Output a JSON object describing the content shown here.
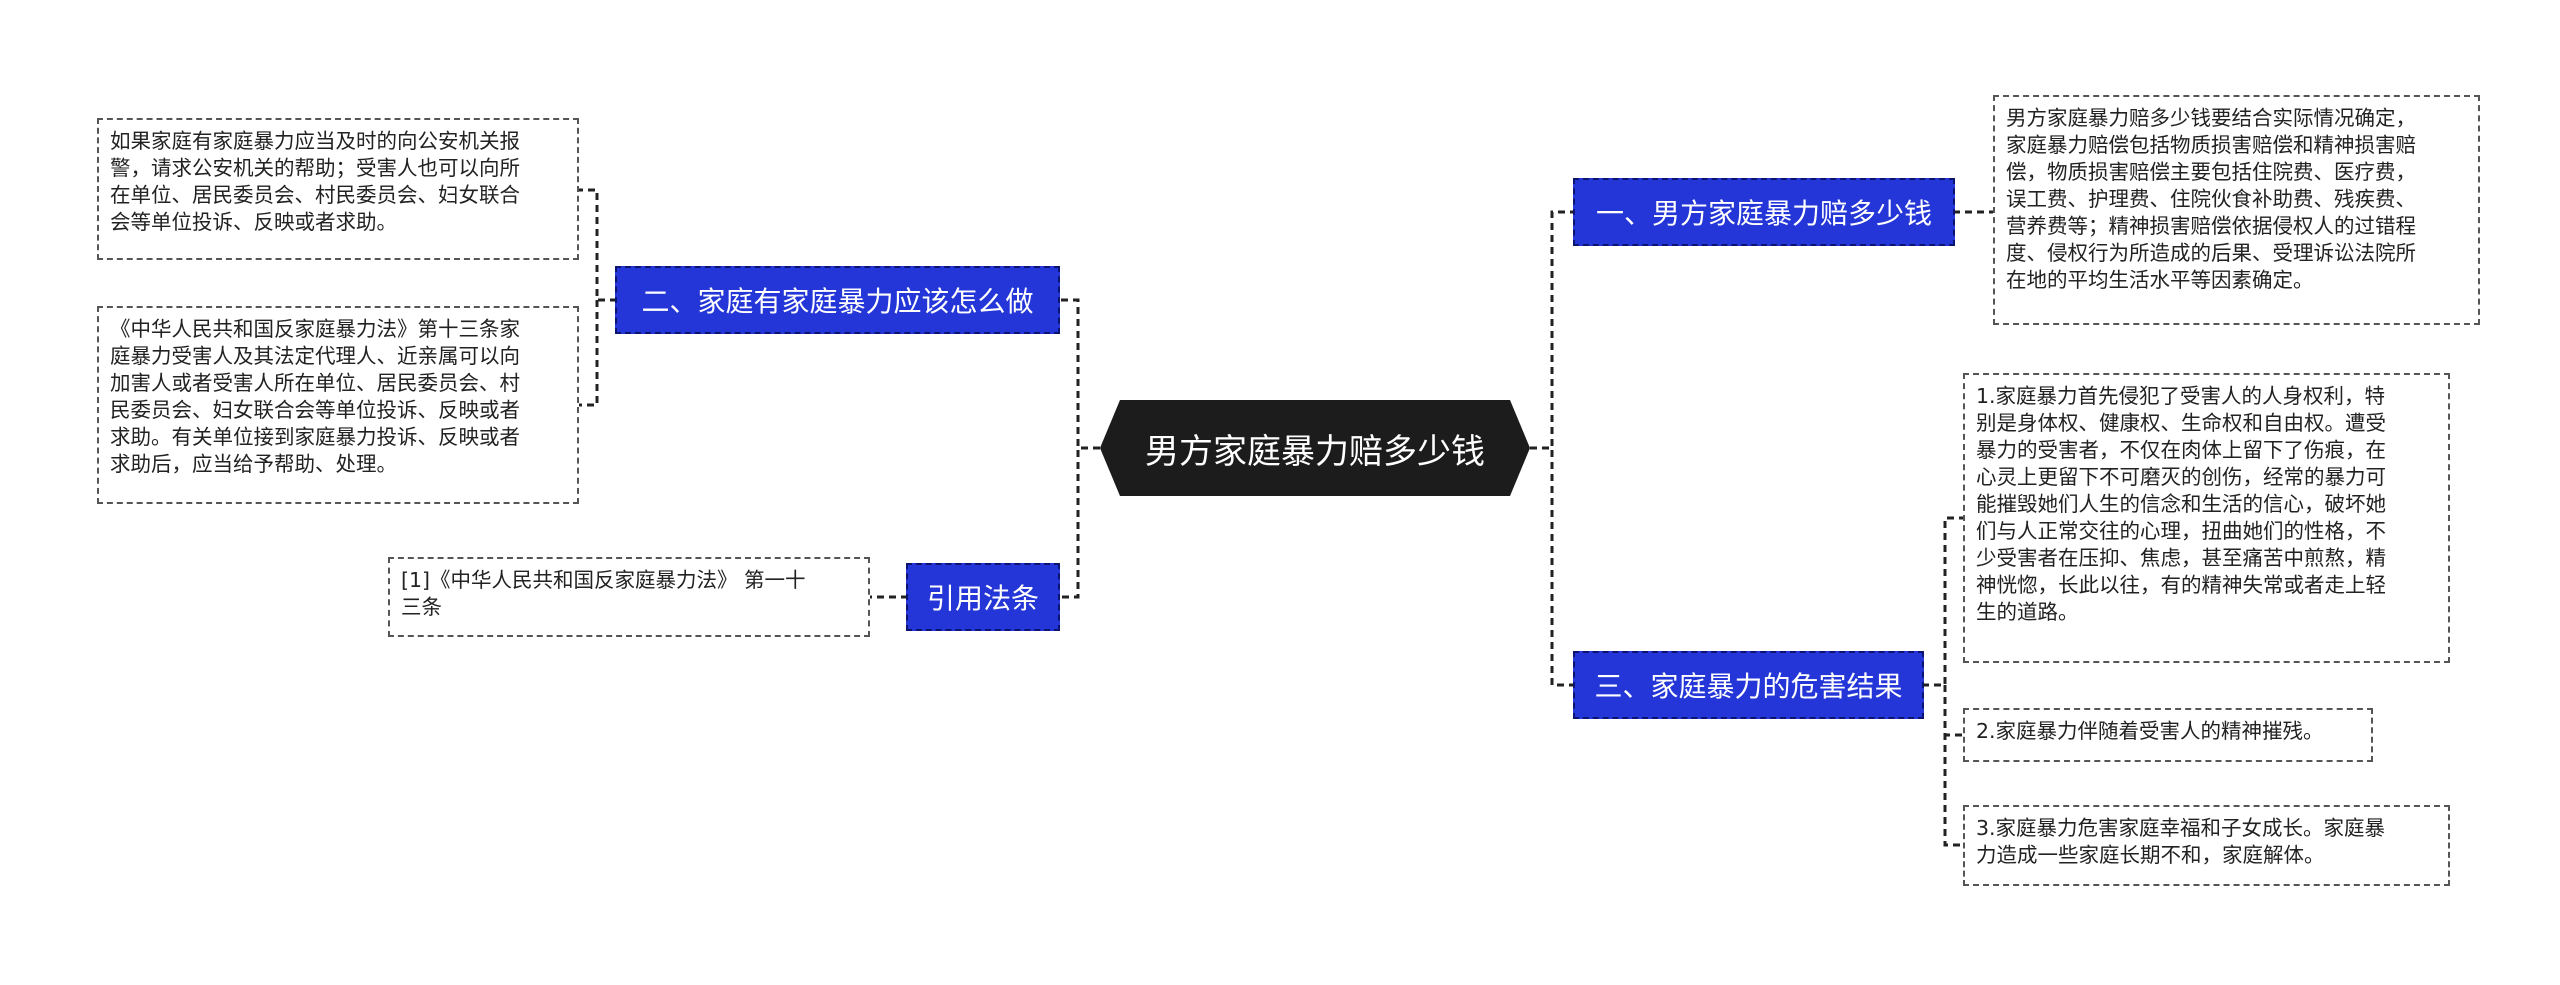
{
  "root": {
    "label": "男方家庭暴力赔多少钱"
  },
  "branches": {
    "b1": {
      "label": "一、男方家庭暴力赔多少钱",
      "leaves": [
        [
          "男方家庭暴力赔多少钱要结合实际情况确定，",
          "家庭暴力赔偿包括物质损害赔偿和精神损害赔",
          "偿，物质损害赔偿主要包括住院费、医疗费，",
          "误工费、护理费、住院伙食补助费、残疾费、",
          "营养费等；精神损害赔偿依据侵权人的过错程",
          "度、侵权行为所造成的后果、受理诉讼法院所",
          "在地的平均生活水平等因素确定。"
        ]
      ]
    },
    "b2": {
      "label": "二、家庭有家庭暴力应该怎么做",
      "leaves": [
        [
          "如果家庭有家庭暴力应当及时的向公安机关报",
          "警，请求公安机关的帮助；受害人也可以向所",
          "在单位、居民委员会、村民委员会、妇女联合",
          "会等单位投诉、反映或者求助。"
        ],
        [
          "《中华人民共和国反家庭暴力法》第十三条家",
          "庭暴力受害人及其法定代理人、近亲属可以向",
          "加害人或者受害人所在单位、居民委员会、村",
          "民委员会、妇女联合会等单位投诉、反映或者",
          "求助。有关单位接到家庭暴力投诉、反映或者",
          "求助后，应当给予帮助、处理。"
        ]
      ]
    },
    "b3": {
      "label": "三、家庭暴力的危害结果",
      "leaves": [
        [
          "1.家庭暴力首先侵犯了受害人的人身权利，特",
          "别是身体权、健康权、生命权和自由权。遭受",
          "暴力的受害者，不仅在肉体上留下了伤痕，在",
          "心灵上更留下不可磨灭的创伤，经常的暴力可",
          "能摧毁她们人生的信念和生活的信心，破坏她",
          "们与人正常交往的心理，扭曲她们的性格，不",
          "少受害者在压抑、焦虑，甚至痛苦中煎熬，精",
          "神恍惚，长此以往，有的精神失常或者走上轻",
          "生的道路。"
        ],
        [
          "2.家庭暴力伴随着受害人的精神摧残。"
        ],
        [
          "3.家庭暴力危害家庭幸福和子女成长。家庭暴",
          "力造成一些家庭长期不和，家庭解体。"
        ]
      ]
    },
    "b4": {
      "label": "引用法条",
      "leaves": [
        [
          "[1]《中华人民共和国反家庭暴力法》 第一十",
          "三条"
        ]
      ]
    }
  },
  "colors": {
    "root_bg": "#1c1c1c",
    "branch_bg": "#2436d8",
    "branch_text": "#ffffff",
    "leaf_border": "#555555",
    "connector": "#222222"
  }
}
